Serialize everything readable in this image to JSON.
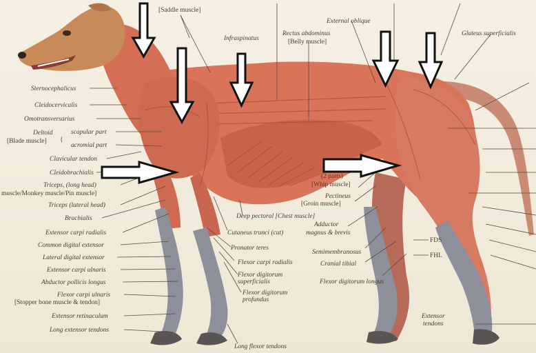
{
  "labels": {
    "saddle_muscle": "[Saddle muscle]",
    "infraspinatus": "Infraspinatus",
    "rectus_abdominus": "Rectus abdominus",
    "belly_muscle": "[Belly muscle]",
    "external_oblique": "External oblique",
    "gluteus_superficialis": "Gluteus superficialis",
    "sternocephalicus": "Sternocephalicus",
    "cleidocervicalis": "Cleidocervicalis",
    "omotransversarius": "Omotransversarius",
    "deltoid": "Deltoid",
    "blade_muscle": "[Blade muscle]",
    "scapular_part": "scapular part",
    "acromial_part": "acromial part",
    "clavicular_tendon": "Clavicular tendon",
    "cleidobrachialis": "Cleidobrachialis",
    "triceps_long_head": "Triceps, (long head)",
    "monkey_muscle": "muscle/Monkey muscle/Pin muscle]",
    "triceps_lateral_head": "Triceps (lateral head)",
    "brachialis": "Brachialis",
    "extensor_carpi_radialis": "Extensor carpi radialis",
    "common_digital_extensor": "Common digital extensor",
    "lateral_digital_extensor": "Lateral digital extensor",
    "extensor_carpi_ulnaris": "Extensor carpi ulnaris",
    "abductor_pollicis_longus": "Abductor pollicis longus",
    "flexor_carpi_ulnaris": "Flexor carpi ulnaris",
    "stopper_bone": "[Stopper bone muscle & tendon]",
    "extensor_retinaculum": "Extensor retinaculum",
    "long_extensor_tendons": "Long extensor tendons",
    "deep_pectoral": "Deep pectoral [Chest muscle]",
    "cutaneus_trunci": "Cutaneus trunci (cut)",
    "pronator_teres": "Pronator teres",
    "flexor_carpi_radialis": "Flexor carpi radialis",
    "flexor_digitorum_superficialis_1": "Flexor digitorum",
    "flexor_digitorum_superficialis_2": "superficialis",
    "flexor_digitorum_profundus_1": "Flexor digitorum",
    "flexor_digitorum_profundus_2": "profundus",
    "long_flexor_tendons": "Long flexor tendons",
    "two_parts": "(2 parts)",
    "whip_muscle": "[Whip muscle]",
    "pectineus": "Pectineus",
    "groin_muscle": "[Groin muscle]",
    "adductor_1": "Adductor",
    "adductor_2": "magnus & brevis",
    "semimembranosus": "Semimembranosus",
    "cranial_tibial": "Cranial tibial",
    "flexor_digitorum_longus": "Flexor digitorum longus",
    "fds": "FDS",
    "fhl": "FHL",
    "extensor_tendons_1": "Extensor",
    "extensor_tendons_2": "tendons"
  },
  "colors": {
    "muscle": "#d9735a",
    "muscle_dark": "#b65440",
    "head": "#c98a5a",
    "tendon": "#8a8f9a",
    "arrow_fill": "#ffffff",
    "arrow_stroke": "#111111"
  }
}
